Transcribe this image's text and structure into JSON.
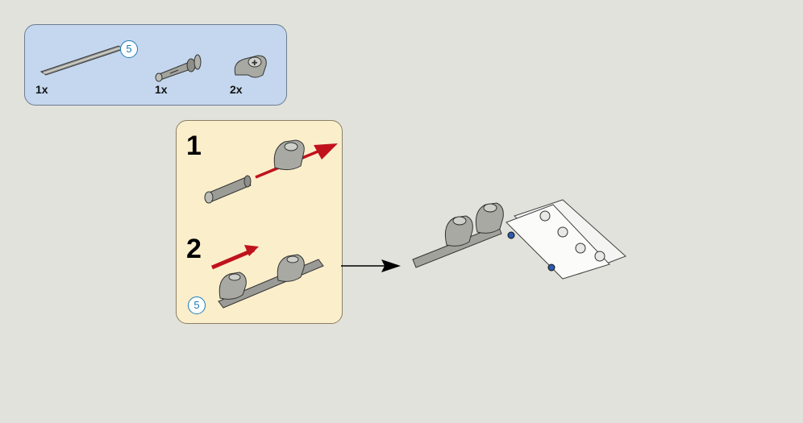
{
  "parts_list": {
    "axle": {
      "quantity": "1x",
      "length_badge": "5",
      "icon": "technic-axle-icon"
    },
    "pin": {
      "quantity": "1x",
      "icon": "technic-pin-with-axle-icon"
    },
    "connector": {
      "quantity": "2x",
      "icon": "cross-block-connector-icon"
    }
  },
  "sub_steps": [
    {
      "number": "1"
    },
    {
      "number": "2",
      "length_badge": "5"
    }
  ],
  "colors": {
    "parts_panel": "#c4d7ef",
    "steps_panel": "#fbeecb",
    "background": "#e1e2db",
    "motion_arrow": "#c0121d",
    "length_badge": "#1b7bb5"
  }
}
